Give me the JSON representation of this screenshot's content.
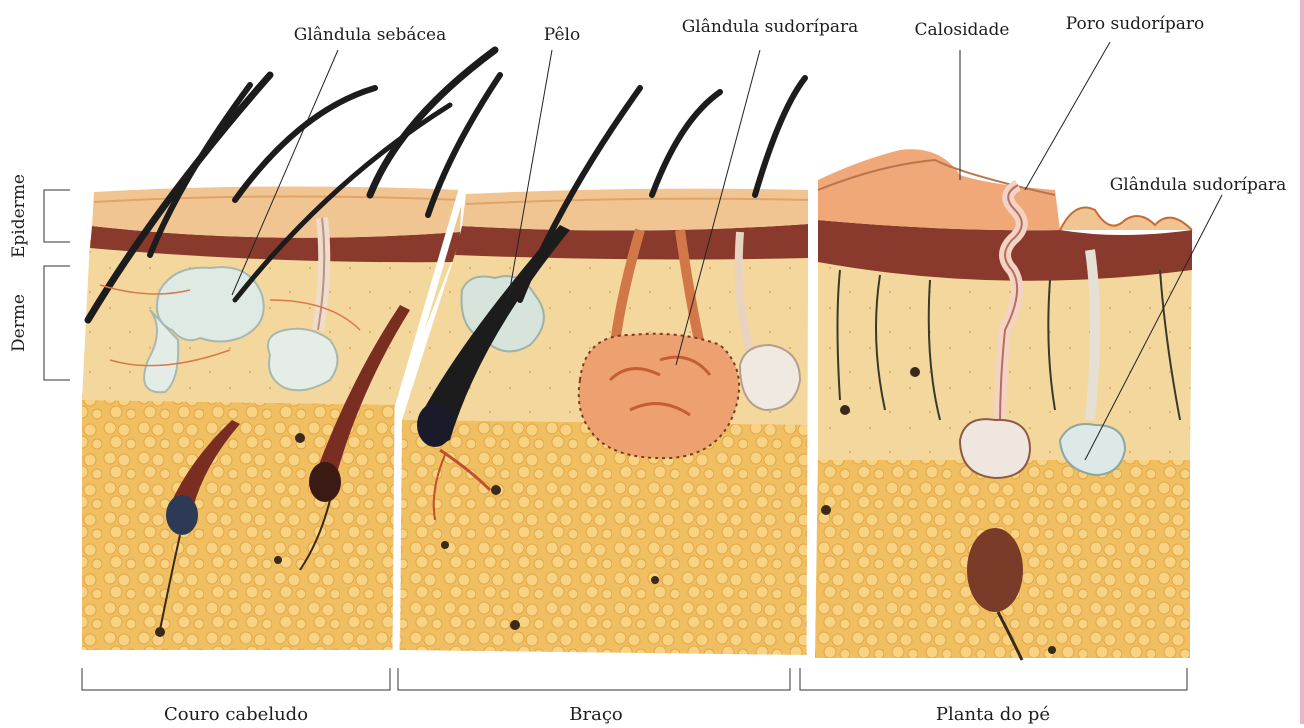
{
  "labels": {
    "glandula_sebacea": "Glândula sebácea",
    "pelo": "Pêlo",
    "glandula_sudoripara_top": "Glândula sudorípara",
    "calosidade": "Calosidade",
    "poro_sudoriparo": "Poro sudoríparo",
    "glandula_sudoripara_right": "Glândula sudorípara"
  },
  "layers": {
    "epiderme": "Epiderme",
    "derme": "Derme"
  },
  "sections": {
    "couro_cabeludo": "Couro cabeludo",
    "braco": "Braço",
    "planta_do_pe": "Planta do pé"
  },
  "colors": {
    "epidermis": "#f0c592",
    "stratum": "#8a3a2c",
    "dermis": "#f3d69a",
    "fat": "#f1c063",
    "fat_cell": "#f7d27e",
    "hair": "#1c1c1c",
    "follicle": "#7a2e22",
    "gland_blue": "#dbe8e2",
    "gland_orange": "#e8935a",
    "accent_pink": "#e8b4c8"
  }
}
